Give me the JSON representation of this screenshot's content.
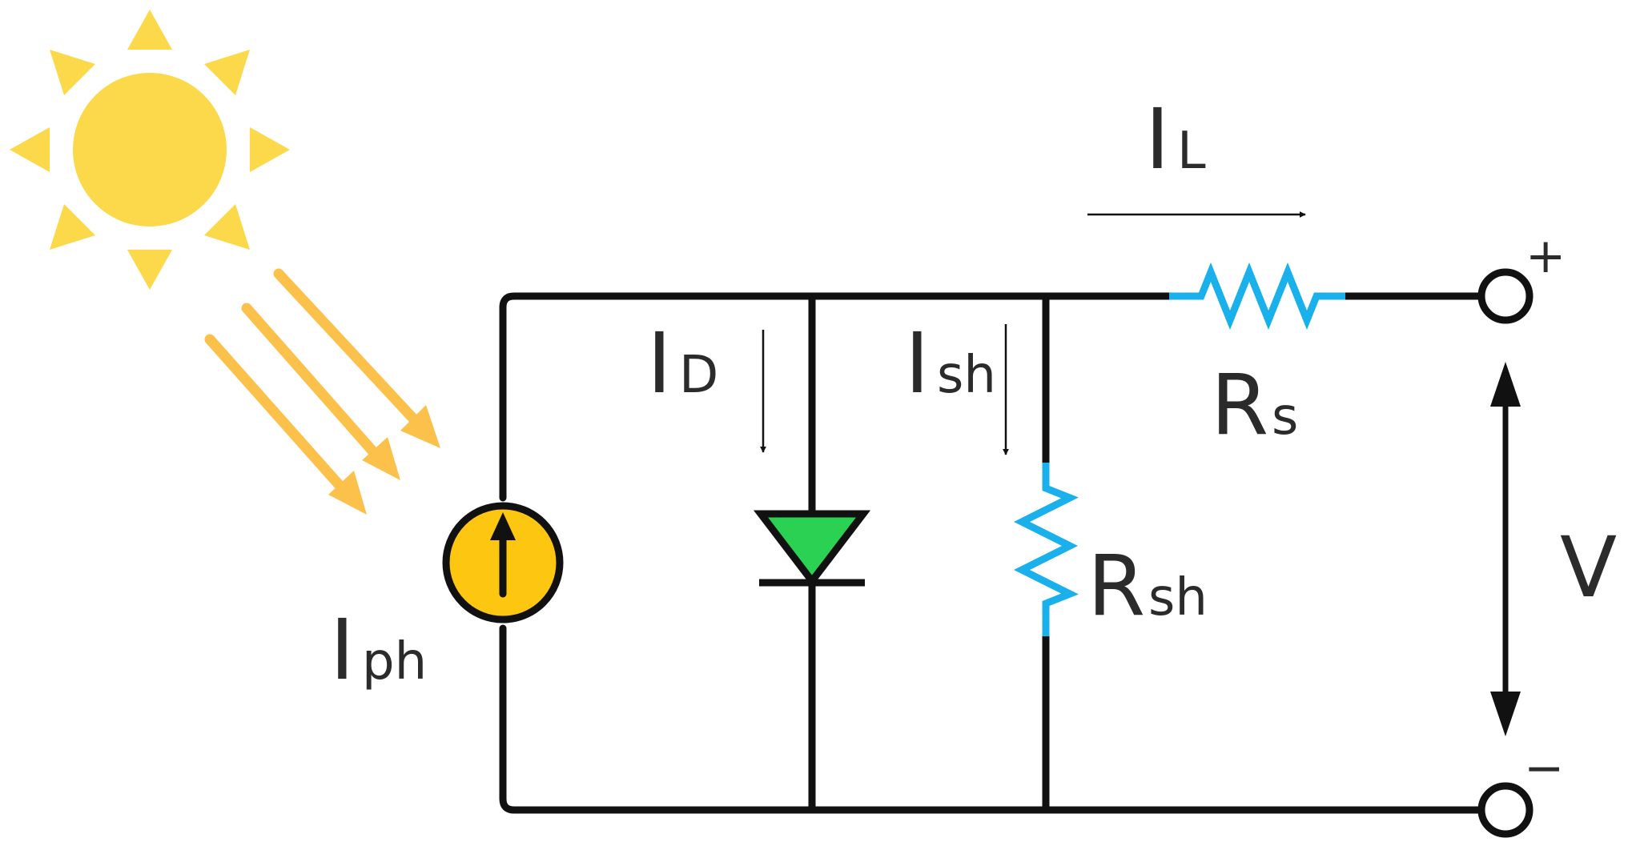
{
  "labels": {
    "photocurrent": {
      "main": "I",
      "sub": "ph"
    },
    "diode_current": {
      "main": "I",
      "sub": "D"
    },
    "shunt_current": {
      "main": "I",
      "sub": "sh"
    },
    "load_current": {
      "main": "I",
      "sub": "L"
    },
    "series_resistor": {
      "main": "R",
      "sub": "s"
    },
    "shunt_resistor": {
      "main": "R",
      "sub": "sh"
    },
    "voltage": "V",
    "terminal_plus": "+",
    "terminal_minus": "−"
  },
  "colors": {
    "wire": "#111111",
    "resistor": "#1ab0ec",
    "diode_fill": "#2ad152",
    "current_source_fill": "#fdc610",
    "sun": "#fcd94a",
    "sun_rays": "#fbc14a",
    "text": "#2b2b2b"
  },
  "icons": {
    "sun": "sun-icon",
    "light_rays": "sunlight-rays-icon",
    "current_source": "current-source-symbol",
    "diode": "diode-symbol",
    "resistor": "resistor-symbol",
    "terminal": "terminal-circle"
  }
}
